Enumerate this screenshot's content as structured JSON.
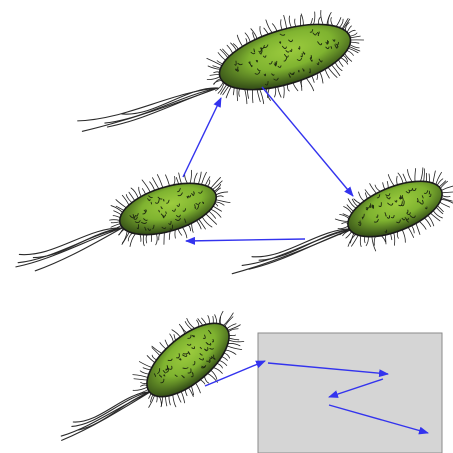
{
  "colors": {
    "background": "#ffffff",
    "arrow": "#3333ee",
    "body_fill_light": "#8fc03a",
    "body_fill_dark": "#2a3a14",
    "body_outline": "#1a1a1a",
    "pattern_stroke": "#1e2a10",
    "cilia": "#222222",
    "flagella": "#2a2a2a",
    "box_fill": "#d5d5d5",
    "box_stroke": "#8a8a8a"
  },
  "diagram": {
    "nodes": [
      {
        "name": "bacterium-top",
        "icon": "bacterium-icon"
      },
      {
        "name": "bacterium-left",
        "icon": "bacterium-icon"
      },
      {
        "name": "bacterium-right",
        "icon": "bacterium-icon"
      },
      {
        "name": "bacterium-bottom",
        "icon": "bacterium-icon"
      }
    ],
    "edges": [
      {
        "from": "bacterium-left",
        "to": "bacterium-top"
      },
      {
        "from": "bacterium-top",
        "to": "bacterium-right"
      },
      {
        "from": "bacterium-right",
        "to": "bacterium-left"
      },
      {
        "from": "bacterium-bottom",
        "to": "tumble-region"
      }
    ],
    "tumble_region": {
      "name": "tumble-region",
      "segments": 3
    }
  }
}
